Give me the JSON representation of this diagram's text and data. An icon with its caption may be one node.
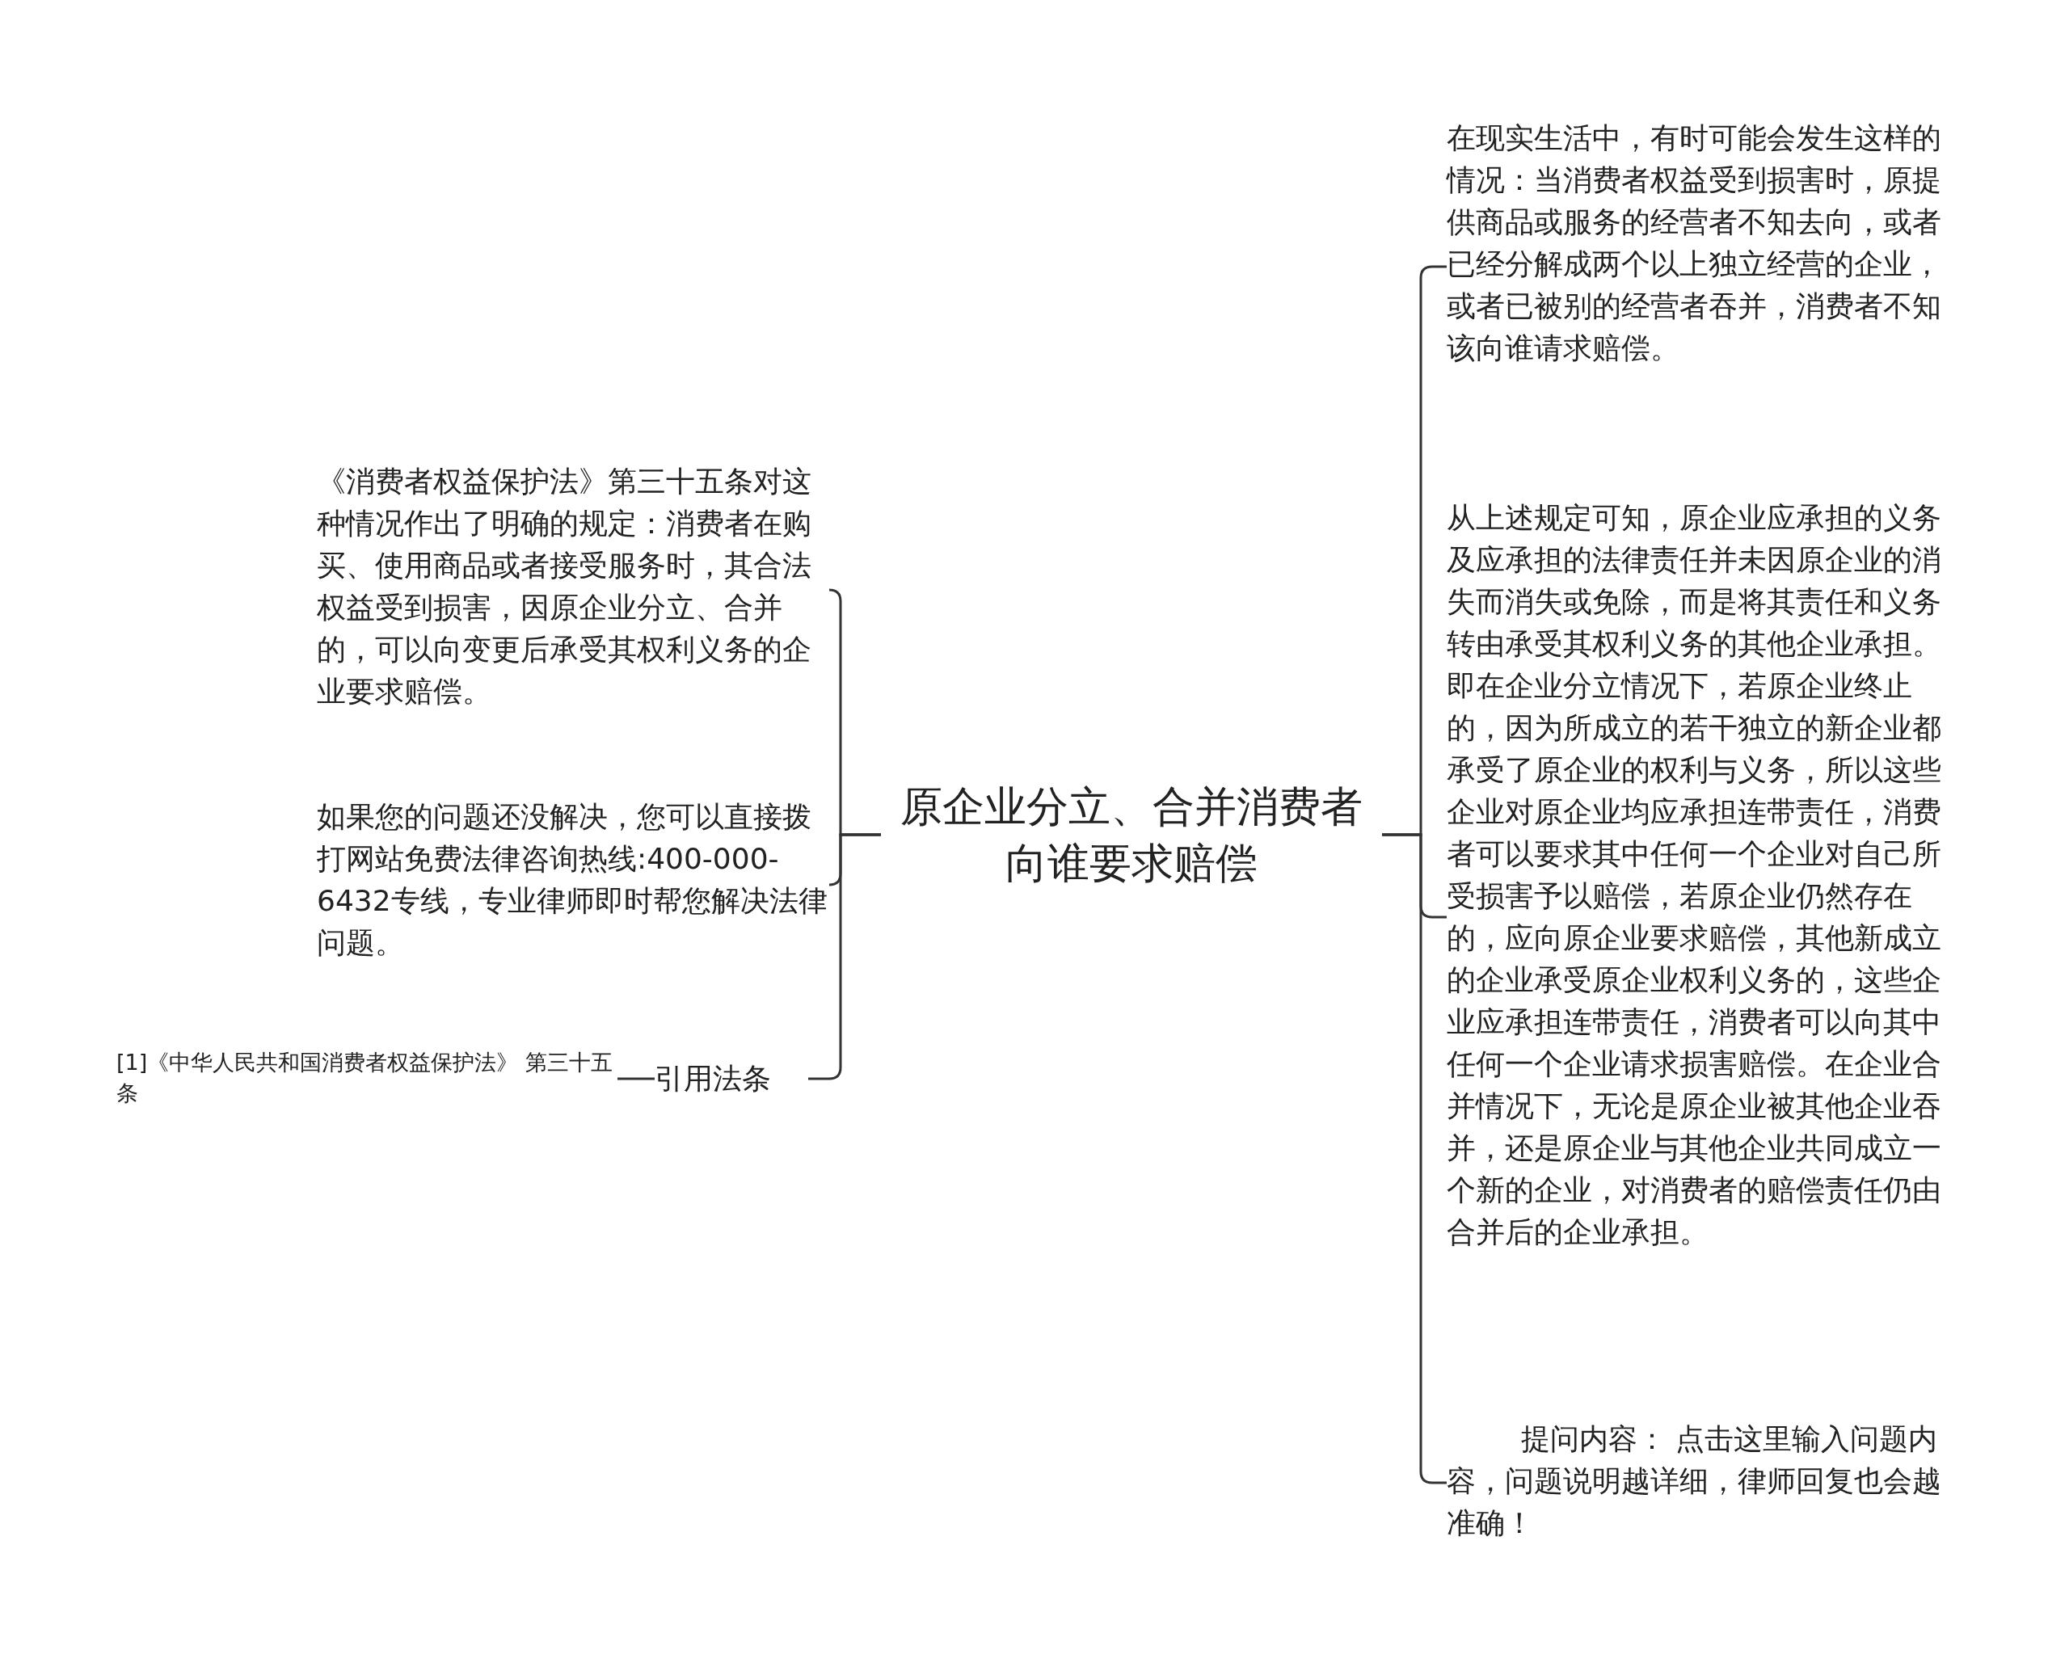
{
  "diagram": {
    "nodes": [
      {
        "text": [
          "原企业分立、合并消费者向谁要求赔偿"
        ]
      },
      {
        "text": [
          "《消费者权益保护法》第三十五条对这种情况作出了明确的规定：消费者在购买、使用商品或者接受服务时，其合法权益受到损害，因原企业分立、合并的，可以向变更后承受其权利义务的企业要求赔偿。"
        ]
      },
      {
        "text": [
          "如果您的问题还没解决，您可以直接拨打网站免费法律咨询热线:400-000-6432专线，专业律师即时帮您解决法律问题。"
        ]
      },
      {
        "text": [
          "引用法条"
        ]
      },
      {
        "text": [
          "[1]《中华人民共和国消费者权益保护法》 第三十五条"
        ]
      },
      {
        "text": [
          "在现实生活中，有时可能会发生这样的情况：当消费者权益受到损害时，原提供商品或服务的经营者不知去向，或者已经分解成两个以上独立经营的企业，或者已被别的经营者吞并，消费者不知该向谁请求赔偿。"
        ]
      },
      {
        "text": [
          "从上述规定可知，原企业应承担的义务及应承担的法律责任并未因原企业的消失而消失或免除，而是将其责任和义务转由承受其权利义务的其他企业承担。即在企业分立情况下，若原企业终止的，因为所成立的若干独立的新企业都承受了原企业的权利与义务，所以这些企业对原企业均应承担连带责任，消费者可以要求其中任何一个企业对自己所受损害予以赔偿，若原企业仍然存在的，应向原企业要求赔偿，其他新成立的企业承受原企业权利义务的，这些企业应承担连带责任，消费者可以向其中任何一个企业请求损害赔偿。在企业合并情况下，无论是原企业被其他企业吞并，还是原企业与其他企业共同成立一个新的企业，对消费者的赔偿责任仍由合并后的企业承担。"
        ]
      },
      {
        "text": [
          "提问内容： 点击这里输入问题内容，问题说明越详细，律师回复也会越准确！"
        ]
      }
    ],
    "edges": [
      {
        "from": 0,
        "to": 1,
        "arrow": "none"
      },
      {
        "from": 0,
        "to": 2,
        "arrow": "none"
      },
      {
        "from": 0,
        "to": 3,
        "arrow": "none"
      },
      {
        "from": 3,
        "to": 4,
        "arrow": "none"
      },
      {
        "from": 0,
        "to": 5,
        "arrow": "none"
      },
      {
        "from": 0,
        "to": 6,
        "arrow": "none"
      },
      {
        "from": 0,
        "to": 7,
        "arrow": "none"
      }
    ]
  }
}
